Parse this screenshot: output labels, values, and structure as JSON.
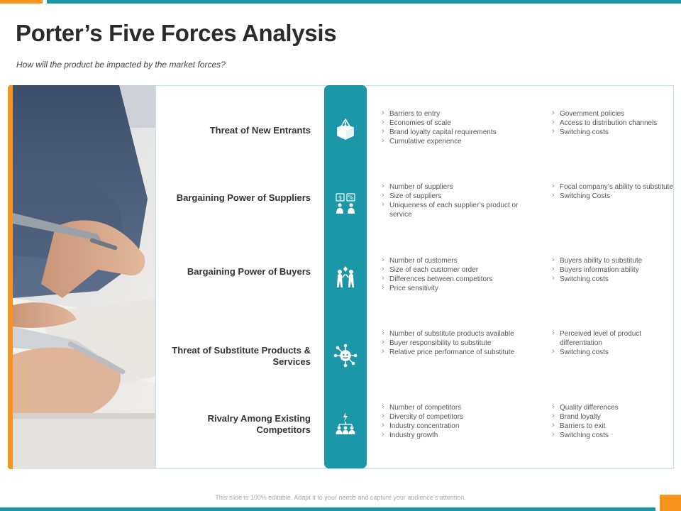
{
  "header": {
    "title": "Porter’s Five Forces Analysis",
    "subtitle": "How will the product be impacted by the market forces?"
  },
  "colors": {
    "accent_teal": "#1c97a8",
    "accent_orange": "#f7941d"
  },
  "forces": [
    {
      "label": "Threat of New Entrants",
      "icon": "box-warning-icon",
      "left": [
        "Barriers to entry",
        "Economies of scale",
        "Brand loyalty capital requirements",
        "Cumulative experience"
      ],
      "right": [
        "Government policies",
        "Access to distribution channels",
        "Switching costs"
      ]
    },
    {
      "label": "Bargaining Power of Suppliers",
      "icon": "supplier-exchange-icon",
      "left": [
        "Number of suppliers",
        "Size of suppliers",
        "Uniqueness of each supplier’s product or service"
      ],
      "right": [
        "Focal company’s ability to substitute",
        "Switching Costs"
      ]
    },
    {
      "label": "Bargaining Power of Buyers",
      "icon": "buyers-icon",
      "left": [
        "Number of customers",
        "Size of each customer order",
        "Differences between competitors",
        "Price sensitivity"
      ],
      "right": [
        "Buyers ability to substitute",
        "Buyers information ability",
        "Switching costs"
      ]
    },
    {
      "label": "Threat of Substitute Products & Services",
      "icon": "substitute-network-icon",
      "left": [
        "Number of substitute products available",
        "Buyer responsibility to substitute",
        "Relative price performance of substitute"
      ],
      "right": [
        "Perceived level of product differentiation",
        "Switching costs"
      ]
    },
    {
      "label": "Rivalry Among Existing Competitors",
      "icon": "competitors-hierarchy-icon",
      "left": [
        "Number of competitors",
        "Diversity of competitors",
        "Industry concentration",
        "Industry growth"
      ],
      "right": [
        "Quality differences",
        "Brand loyalty",
        "Barriers to exit",
        "Switching costs"
      ]
    }
  ],
  "footer": {
    "text": "This slide is 100% editable. Adapt it to your needs and capture your audience’s attention."
  }
}
